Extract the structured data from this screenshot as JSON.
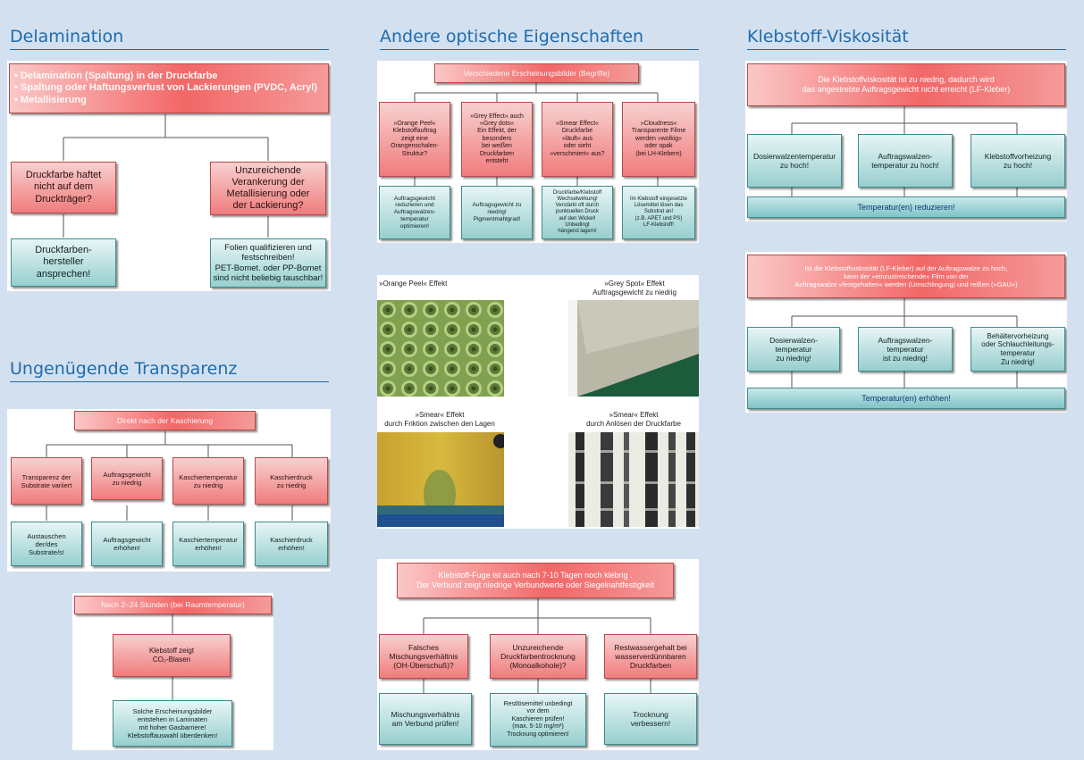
{
  "titles": {
    "delamination": "Delamination",
    "optical": "Andere optische Eigenschaften",
    "viscosity": "Klebstoff-Viskosität",
    "transparency": "Ungenügende Transparenz"
  },
  "delamination": {
    "header": "• Delamination (Spaltung) in der Druckfarbe\n• Spaltung  oder Haftungsverlust von Lackierungen (PVDC, Acryl)\n• Metallisierung",
    "cause_left": "Druckfarbe haftet\nnicht auf dem\nDruckträger?",
    "cause_right": "Unzureichende\nVerankerung der\nMetallisierung oder\nder Lackierung?",
    "action_left": "Druckfarben-\nhersteller\nansprechen!",
    "action_right": "Folien qualifizieren und\nfestschreiben!\nPET-Bomet. oder PP-Bomet\nsind nicht beliebig tauschbar!"
  },
  "transparency": {
    "header1": "Direkt nach der Kaschierung",
    "causes": [
      "Transparenz der\nSubstrate variiert",
      "Auftragsgewicht\nzu niedrig",
      "Kaschiertemperatur\nzu niedrig",
      "Kaschierdruck\nzu niedrig"
    ],
    "actions": [
      "Austauschen\nder/des\nSubstrate/s!",
      "Auftragsgewicht\nerhöhen!",
      "Kaschiertemperatur\nerhöhen!",
      "Kaschierdruck\nerhöhen!"
    ],
    "header2": "Nach 2–24 Stunden (bei Raumtemperatur)",
    "cause2": "Klebstoff zeigt\nCO₂-Blasen",
    "action2": "Solche Erscheinungsbilder\nentstehen in Laminaten\nmit hoher Gasbarriere!\nKlebstoffauswahl überdenken!"
  },
  "optical": {
    "header": "Verschiedene Erscheinungsbilder (Begriffe)",
    "causes": [
      "»Orange Peel«\nKlebstoffauftrag\nzeigt eine\nOrangenschalen-\nStruktur?",
      "»Grey Effect« auch\n»Grey dots«\nEin Effekt, der\nbesonders\nbei weißen\nDruckfarben\nentsteht",
      "»Smear Effect«\nDruckfarbe\n»läuft« aus\noder sieht\n»verschmiert« aus?",
      "»Cloudness«\nTransparente Filme\nwerden »wolkig«\noder opak\n(bei LH-Klebern)"
    ],
    "actions": [
      "Auftragsgewicht\nreduzieren und\nAuftragswalzen-\ntemperatur\noptimieren!",
      "Auftragsgewicht zu\nniedrig!\nPigmentmahlgrad!",
      "Druckfarbe/Klebstoff\nWechselwirkung!\nVerstärkt oft durch\npunktuellen Druck\nauf den Wickel!\nUnbedingt\nhängend lagern!",
      "Im Klebstoff eingesetzte\nLösemittel lösen das\nSubstrat an!\n(z.B. APET und PS)\nLF-Klebstoff!"
    ],
    "photo_captions": [
      "»Orange Peel« Effekt",
      "»Grey Spot« Effekt\nAuftragsgewicht zu niedrig",
      "»Smear« Effekt\ndurch Friktion zwischen den Lagen",
      "»Smear« Effekt\ndurch Anlösen der Druckfarbe"
    ],
    "tack_header": "Klebstoff-Fuge ist auch nach 7-10 Tagen  noch klebrig .\nDer Verbund zeigt niedrige Verbundwerte oder Siegelnahtfestigkeit",
    "tack_causes": [
      "Falsches\nMischungsverhältnis\n(OH-Überschuß)?",
      "Unzureichende\nDruckfarbentrocknung\n(Monoalkohole)?",
      "Restwassergehalt bei\nwasserverdünnbaren\nDruckfarben"
    ],
    "tack_actions": [
      "Mischungsverhältnis\nam Verbund prüfen!",
      "Restlösemittel unbedingt\nvor dem\nKaschieren prüfen!\n(max. 5-10 mg/m²)\nTrocknung optimieren!",
      "Trocknung\nverbessern!"
    ]
  },
  "viscosity": {
    "header1": "Die Klebstoffviskosität ist zu niedrig, dadurch wird\ndas angestrebte Auftragsgewicht nicht erreicht (LF-Kleber)",
    "causes1": [
      "Dosierwalzentemperatur\nzu hoch!",
      "Auftragswalzen-\ntemperatur zu hoch!",
      "Klebstoffvorheizung\nzu hoch!"
    ],
    "action1": "Temperatur(en) reduzieren!",
    "header2": "Ist die Klebstoffviskosität (LF-Kleber) auf der Auftragswalze zu hoch,\nkann der »einzustreichende« Film von der\nAuftragswalze »festgehalten« werden (Umschlingung) und reißen (»GAU«)",
    "causes2": [
      "Dosierwalzen-\ntemperatur\nzu niedrig!",
      "Auftragswalzen-\ntemperatur\nist zu niedrig!",
      "Behältervorheizung\noder Schlauchleitungs-\ntemperatur\nZu niedrig!"
    ],
    "action2": "Temperatur(en) erhöhen!"
  }
}
